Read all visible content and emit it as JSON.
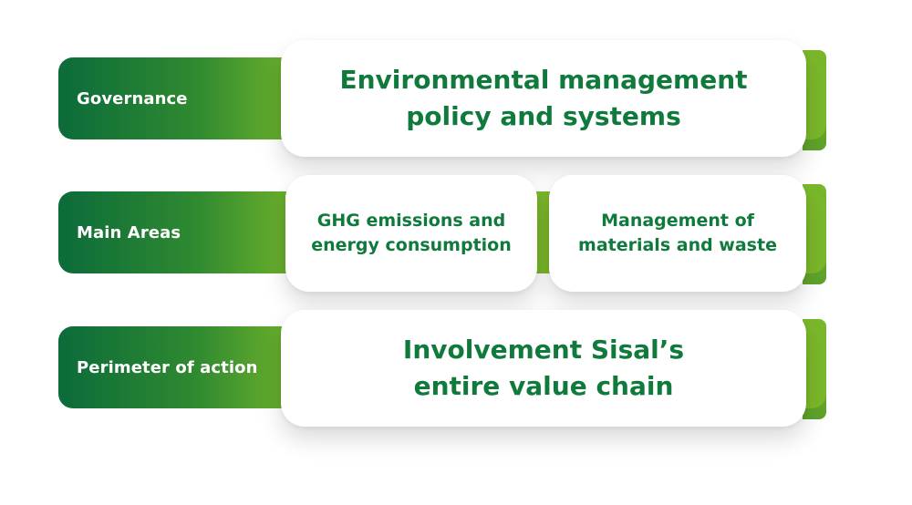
{
  "rows": [
    {
      "label": "Governance",
      "cards": [
        "Environmental management\npolicy and systems"
      ]
    },
    {
      "label": "Main Areas",
      "cards": [
        "GHG emissions and\nenergy consumption",
        "Management of\nmaterials and waste"
      ]
    },
    {
      "label": "Perimeter of action",
      "cards": [
        "Involvement Sisal’s\nentire value chain"
      ]
    }
  ],
  "colors": {
    "dark_green": "#0b6b3a",
    "light_green": "#7ab82a",
    "text_green": "#0f7a3c"
  }
}
